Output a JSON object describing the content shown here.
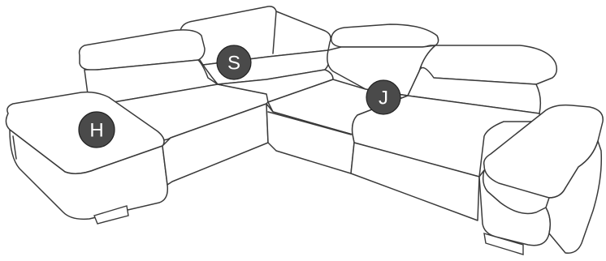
{
  "diagram": {
    "markers": [
      {
        "id": "S",
        "label": "S"
      },
      {
        "id": "J",
        "label": "J"
      },
      {
        "id": "H",
        "label": "H"
      }
    ],
    "colors": {
      "marker_fill": "#4a4a4a",
      "marker_text": "#ffffff",
      "outline": "#3a3a3a",
      "background": "#ffffff"
    }
  }
}
